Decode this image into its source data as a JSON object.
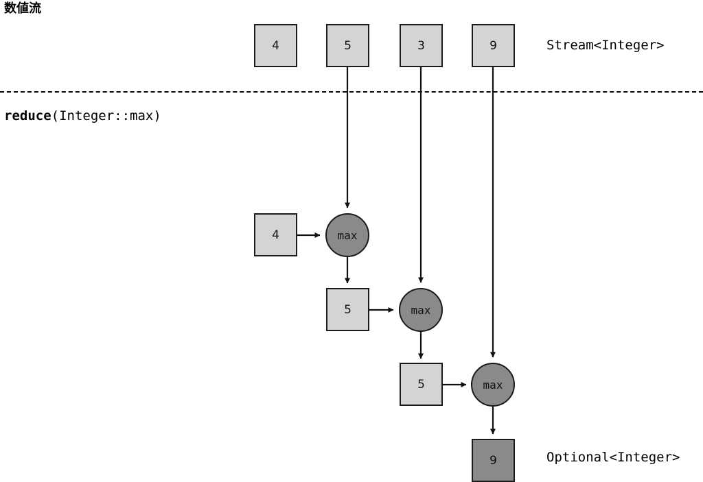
{
  "diagram": {
    "title": "数値流",
    "operation": {
      "bold_part": "reduce",
      "rest_part": "(Integer::max)"
    },
    "labels": {
      "stream_type": "Stream<Integer>",
      "result_type": "Optional<Integer>"
    },
    "colors": {
      "value_box_fill": "#d4d4d4",
      "result_box_fill": "#8a8a8a",
      "operator_fill": "#8a8a8a",
      "stroke": "#1a1a1a",
      "background": "#ffffff"
    },
    "stream_elements": [
      {
        "value": "4"
      },
      {
        "value": "5"
      },
      {
        "value": "3"
      },
      {
        "value": "9"
      }
    ],
    "accumulator_inputs": [
      {
        "value": "4"
      }
    ],
    "operators": [
      {
        "label": "max"
      },
      {
        "label": "max"
      },
      {
        "label": "max"
      }
    ],
    "intermediate_results": [
      {
        "value": "5"
      },
      {
        "value": "5"
      }
    ],
    "final_result": {
      "value": "9"
    }
  }
}
